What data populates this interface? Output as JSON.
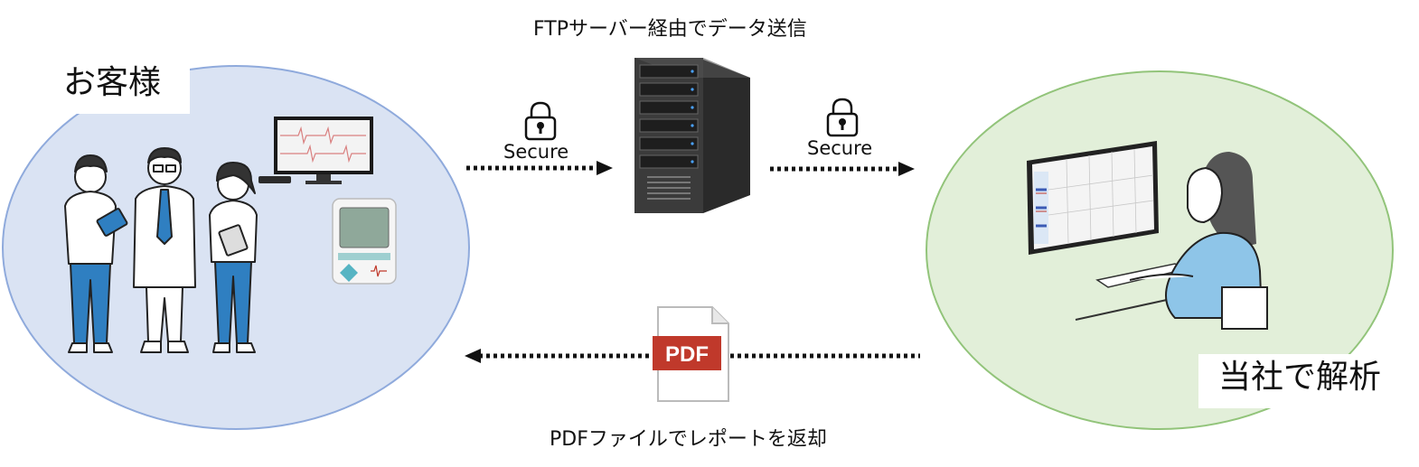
{
  "customer": {
    "label": "お客様"
  },
  "company": {
    "label": "当社で解析"
  },
  "upload": {
    "caption": "FTPサーバー経由でデータ送信",
    "secure_left": "Secure",
    "secure_right": "Secure"
  },
  "return": {
    "caption": "PDFファイルでレポートを返却",
    "pdf_badge": "PDF"
  },
  "icons": [
    "medical-staff-icon",
    "ecg-monitor-icon",
    "holter-recorder-icon",
    "lock-icon",
    "server-icon",
    "pdf-file-icon",
    "analyst-icon"
  ],
  "colors": {
    "customer_fill": "#dae3f3",
    "company_fill": "#e2efd9",
    "pdf_red": "#c0392b",
    "staff_blue": "#2f7fc1"
  }
}
